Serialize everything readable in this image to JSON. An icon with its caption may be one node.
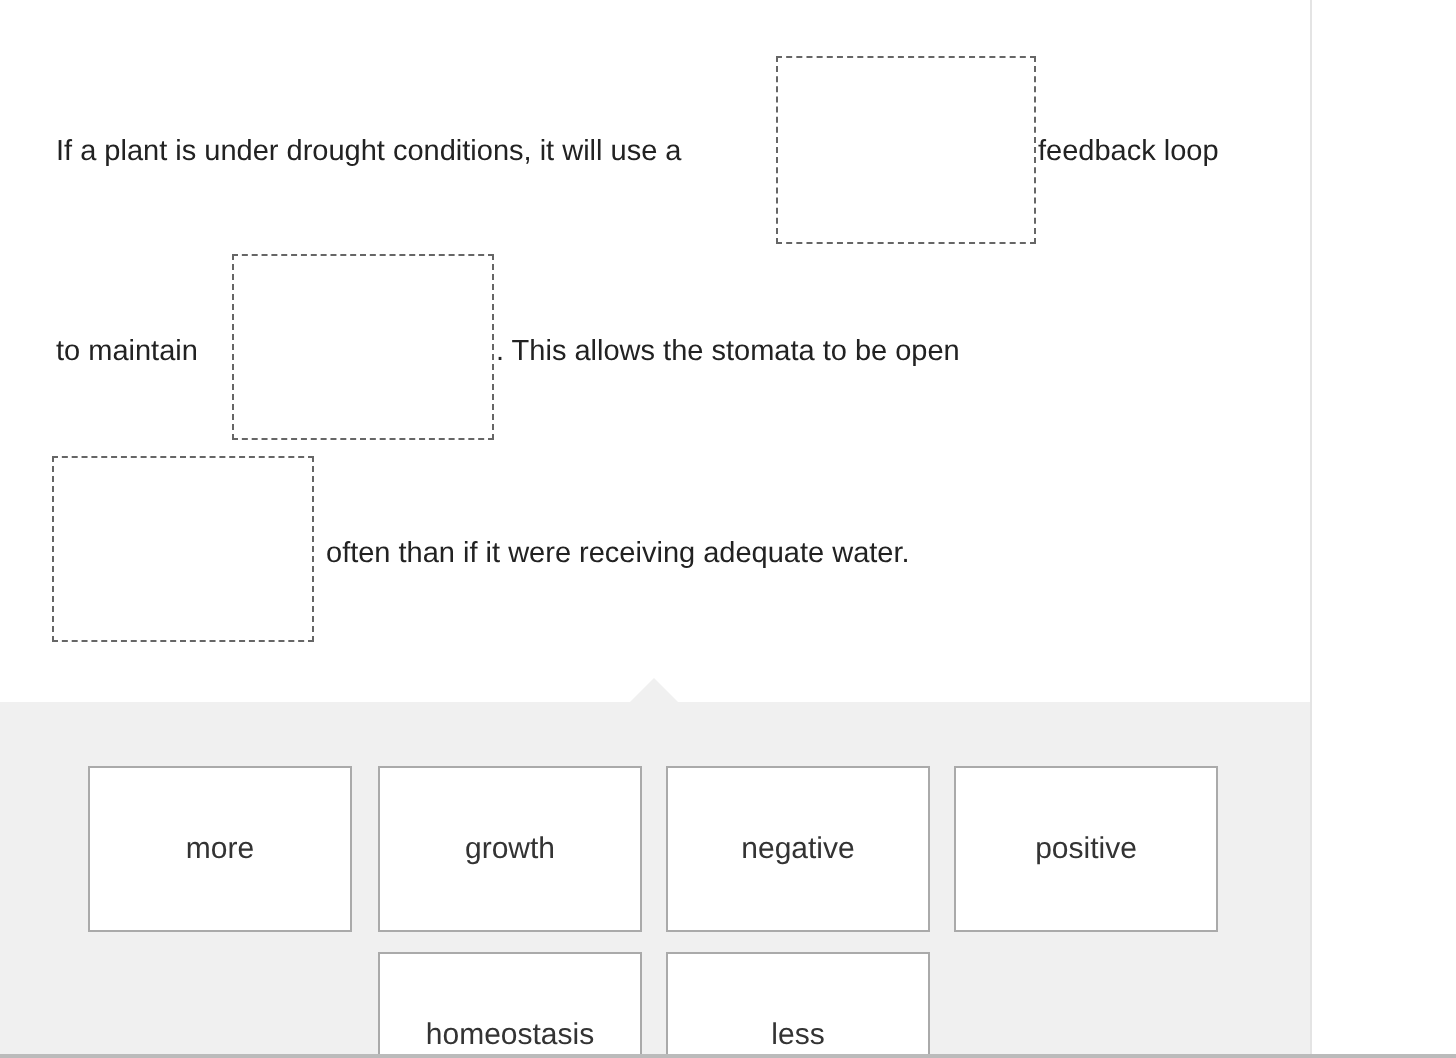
{
  "diagram": {
    "nodes": [
      {
        "text": [],
        "shape": "box"
      },
      {
        "text": [],
        "shape": "box"
      },
      {
        "text": [],
        "shape": "box"
      },
      {
        "text": [
          "more"
        ]
      },
      {
        "text": [
          "growth"
        ]
      },
      {
        "text": [
          "negative"
        ]
      },
      {
        "text": [
          "positive"
        ]
      },
      {
        "text": [
          "homeostasis"
        ]
      },
      {
        "text": [
          "less"
        ]
      }
    ],
    "labels": [
      "If a plant is under drought conditions, it will use a",
      "feedback loop",
      "to maintain",
      ". This allows the stomata to be open",
      "often than if it were receiving adequate water."
    ]
  }
}
